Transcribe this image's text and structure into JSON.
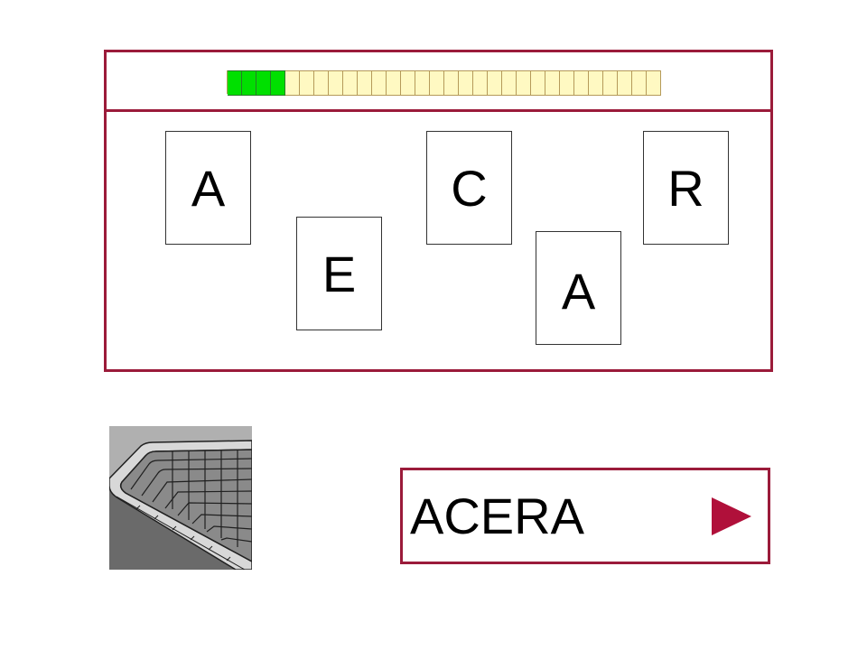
{
  "progress": {
    "total_segments": 30,
    "filled_segments": 4,
    "filled_color": "#00e000",
    "empty_color": "#fff9c2"
  },
  "letters": [
    {
      "id": "card-1",
      "char": "A"
    },
    {
      "id": "card-2",
      "char": "E"
    },
    {
      "id": "card-3",
      "char": "C"
    },
    {
      "id": "card-4",
      "char": "A"
    },
    {
      "id": "card-5",
      "char": "R"
    }
  ],
  "answer": {
    "word": "ACERA"
  },
  "picture": {
    "subject": "sidewalk-curb"
  },
  "colors": {
    "accent": "#9b1b3a"
  },
  "icons": {
    "play": "play-triangle-icon"
  }
}
